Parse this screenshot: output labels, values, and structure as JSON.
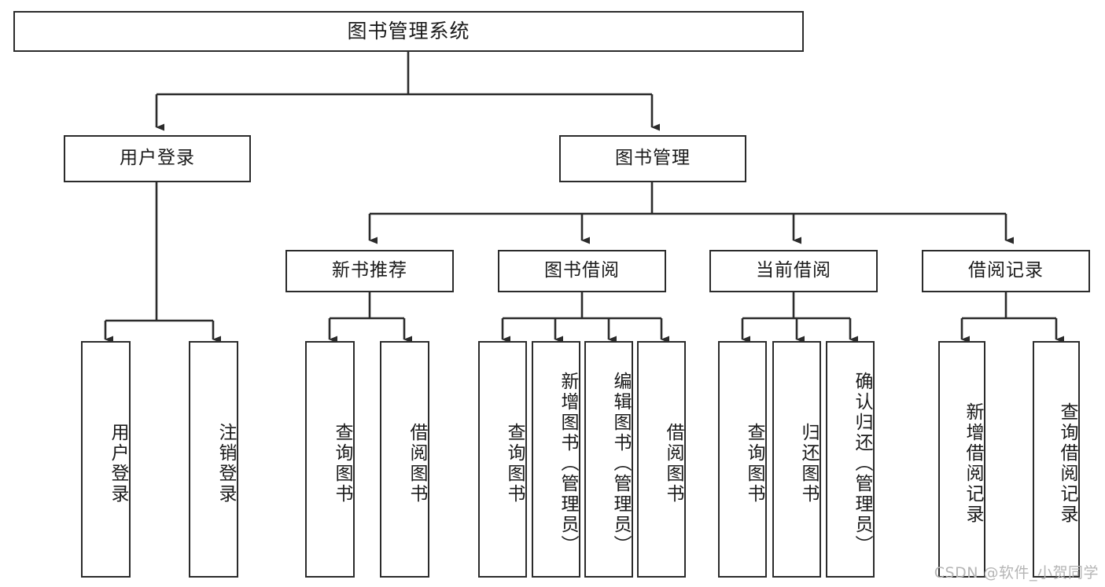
{
  "diagram": {
    "type": "tree-hierarchy",
    "title": "图书管理系统",
    "root": {
      "id": "root",
      "label": "图书管理系统"
    },
    "level1": [
      {
        "id": "user-login",
        "label": "用户登录"
      },
      {
        "id": "book-manage",
        "label": "图书管理"
      }
    ],
    "level2": [
      {
        "id": "new-book-recommend",
        "label": "新书推荐",
        "parent": "book-manage"
      },
      {
        "id": "book-borrow",
        "label": "图书借阅",
        "parent": "book-manage"
      },
      {
        "id": "current-borrow",
        "label": "当前借阅",
        "parent": "book-manage"
      },
      {
        "id": "borrow-record",
        "label": "借阅记录",
        "parent": "book-manage"
      }
    ],
    "leaves": [
      {
        "id": "leaf-user-login",
        "label": "用户登录",
        "parent": "user-login"
      },
      {
        "id": "leaf-logout",
        "label": "注销登录",
        "parent": "user-login"
      },
      {
        "id": "leaf-query-book-1",
        "label": "查询图书",
        "parent": "new-book-recommend"
      },
      {
        "id": "leaf-borrow-book-1",
        "label": "借阅图书",
        "parent": "new-book-recommend"
      },
      {
        "id": "leaf-query-book-2",
        "label": "查询图书",
        "parent": "book-borrow"
      },
      {
        "id": "leaf-add-book",
        "label": "新增图书（管理员）",
        "parent": "book-borrow"
      },
      {
        "id": "leaf-edit-book",
        "label": "编辑图书（管理员）",
        "parent": "book-borrow"
      },
      {
        "id": "leaf-borrow-book-2",
        "label": "借阅图书",
        "parent": "book-borrow"
      },
      {
        "id": "leaf-query-book-3",
        "label": "查询图书",
        "parent": "current-borrow"
      },
      {
        "id": "leaf-return-book",
        "label": "归还图书",
        "parent": "current-borrow"
      },
      {
        "id": "leaf-confirm-return",
        "label": "确认归还（管理员）",
        "parent": "current-borrow"
      },
      {
        "id": "leaf-add-record",
        "label": "新增借阅记录",
        "parent": "borrow-record"
      },
      {
        "id": "leaf-query-record",
        "label": "查询借阅记录",
        "parent": "borrow-record"
      }
    ],
    "colors": {
      "stroke": "#2b2b2b",
      "fill": "#ffffff",
      "text": "#1a1a1a",
      "watermark": "#b5b5b5"
    }
  },
  "watermark": {
    "text": "CSDN @软件_小贺同学"
  }
}
